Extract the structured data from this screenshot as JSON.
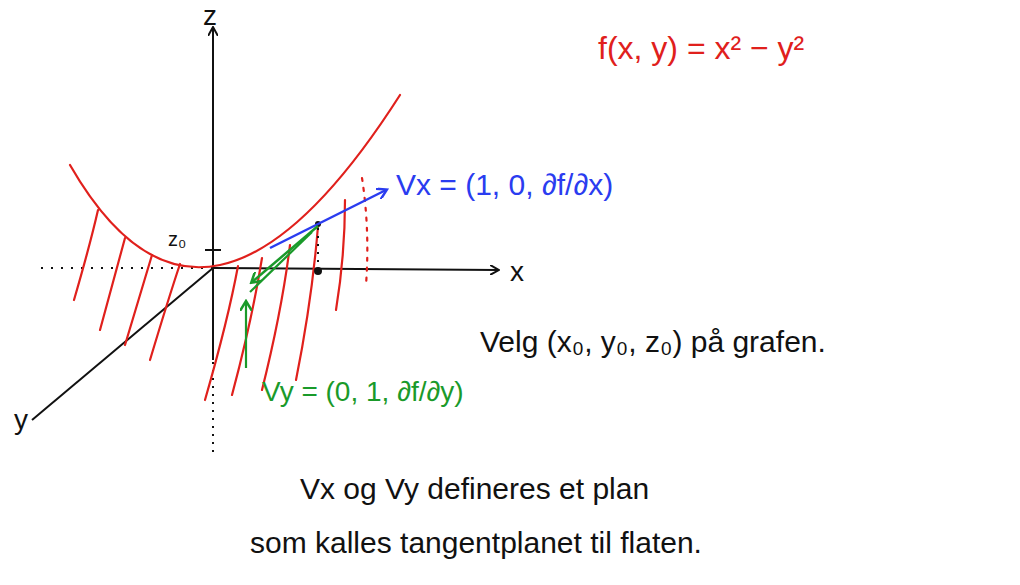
{
  "diagram": {
    "labels": [
      "z",
      "f(x, y) = x² − y²",
      "Vx = (1, 0, ∂f/∂x)",
      "z₀",
      "x",
      "y",
      "Velg (x₀, y₀, z₀) på grafen.",
      "Vy = (0, 1, ∂f/∂y)",
      "Vx og Vy defineres et plan",
      "som kalles tangentplanet til flaten."
    ]
  }
}
